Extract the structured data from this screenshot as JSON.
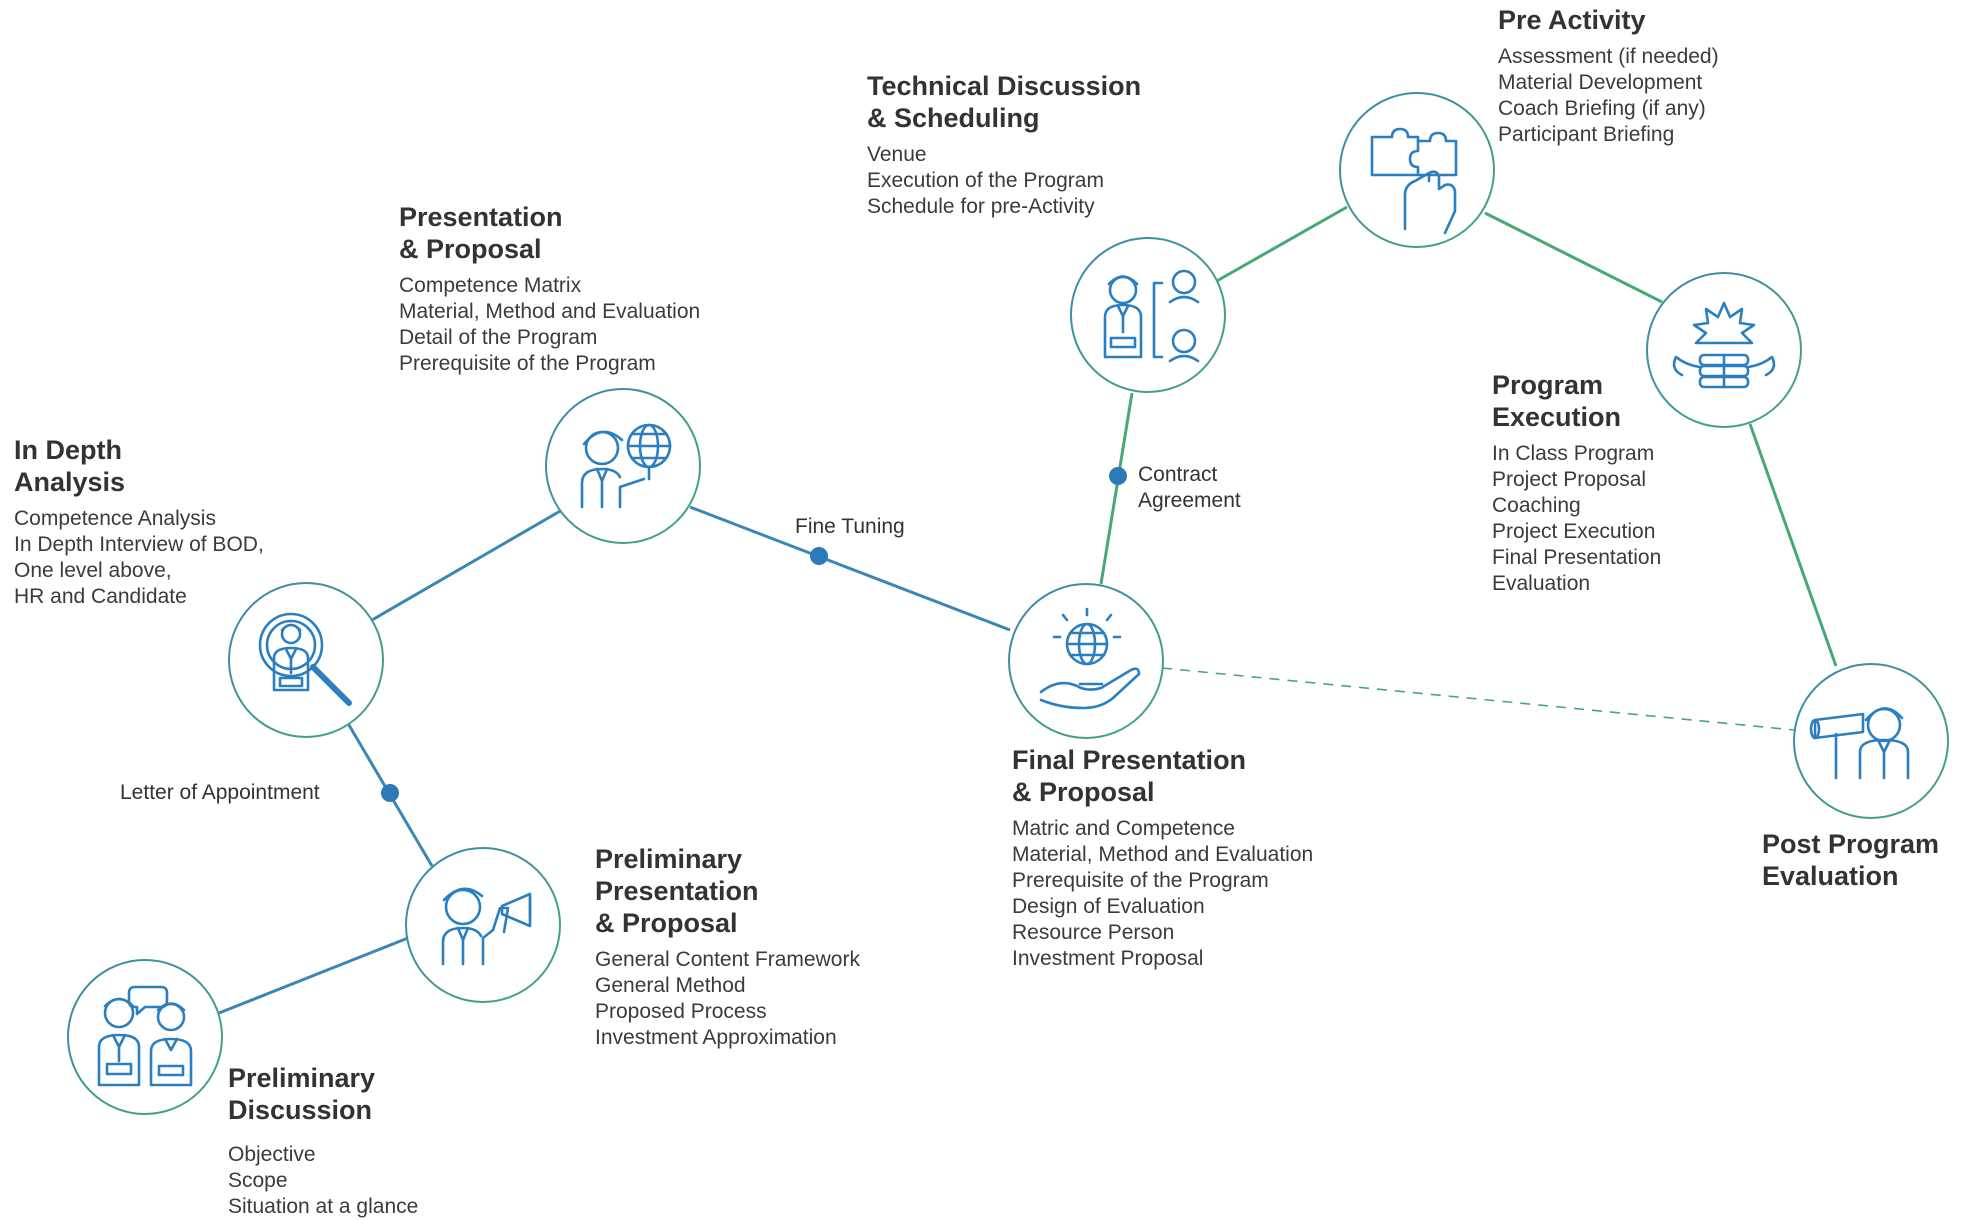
{
  "colors": {
    "blue_line": "#3a86b4",
    "green_line": "#47a877",
    "dot": "#2c7ab8",
    "icon": "#2b7fc0",
    "node_border_start": "#3a86b4",
    "node_border_end": "#47a877",
    "heading": "#333333",
    "text": "#3b3b3b"
  },
  "steps": {
    "preliminary_discussion": {
      "title": [
        "Preliminary",
        "Discussion"
      ],
      "items": [
        "Objective",
        "Scope",
        "Situation at a glance"
      ],
      "icon": "two-people-talking-icon"
    },
    "preliminary_presentation": {
      "title": [
        "Preliminary",
        "Presentation",
        "& Proposal"
      ],
      "items": [
        "General Content Framework",
        "General Method",
        "Proposed Process",
        "Investment Approximation"
      ],
      "icon": "person-megaphone-icon"
    },
    "in_depth_analysis": {
      "title": [
        "In Depth",
        "Analysis"
      ],
      "items": [
        "Competence Analysis",
        "In Depth Interview of BOD,",
        "One level above,",
        "HR and Candidate"
      ],
      "icon": "magnifier-person-icon"
    },
    "presentation_proposal": {
      "title": [
        "Presentation",
        "& Proposal"
      ],
      "items": [
        "Competence Matrix",
        "Material, Method and Evaluation",
        "Detail of the Program",
        "Prerequisite of the Program"
      ],
      "icon": "person-globe-icon"
    },
    "final_presentation": {
      "title": [
        "Final Presentation",
        "& Proposal"
      ],
      "items": [
        "Matric and Competence",
        "Material, Method and Evaluation",
        "Prerequisite of the Program",
        "Design of Evaluation",
        "Resource Person",
        "Investment Proposal"
      ],
      "icon": "hand-globe-icon"
    },
    "technical_discussion": {
      "title": [
        "Technical Discussion",
        "& Scheduling"
      ],
      "items": [
        "Venue",
        "Execution of the Program",
        "Schedule for pre-Activity"
      ],
      "icon": "person-team-bracket-icon"
    },
    "pre_activity": {
      "title": [
        "Pre Activity"
      ],
      "items": [
        "Assessment (if needed)",
        "Material Development",
        "Coach Briefing (if any)",
        "Participant Briefing"
      ],
      "icon": "hand-puzzle-icon"
    },
    "program_execution": {
      "title": [
        "Program",
        "Execution"
      ],
      "items": [
        "In Class Program",
        "Project Proposal",
        "Coaching",
        "Project Execution",
        "Final Presentation",
        "Evaluation"
      ],
      "icon": "hands-star-icon"
    },
    "post_program": {
      "title": [
        "Post Program",
        "Evaluation"
      ],
      "items": [],
      "icon": "person-telescope-icon"
    }
  },
  "connectors": {
    "letter_of_appointment": [
      "Letter of Appointment"
    ],
    "fine_tuning": [
      "Fine Tuning"
    ],
    "contract_agreement": [
      "Contract",
      "Agreement"
    ]
  }
}
